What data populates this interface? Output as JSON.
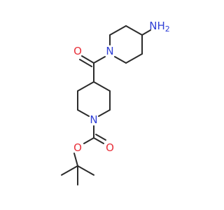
{
  "molecule": {
    "colors": {
      "carbon_bond": "#2b2b2b",
      "nitrogen": "#2f3fd6",
      "oxygen": "#e8303a",
      "background": "#ffffff"
    },
    "atoms": {
      "amine_label": "NH2",
      "upper_ring_nitrogen_label": "N",
      "amide_oxygen_label": "O",
      "lower_ring_nitrogen_label": "N",
      "carbamate_carbonyl_oxygen_label": "O",
      "carbamate_ester_oxygen_label": "O"
    }
  }
}
